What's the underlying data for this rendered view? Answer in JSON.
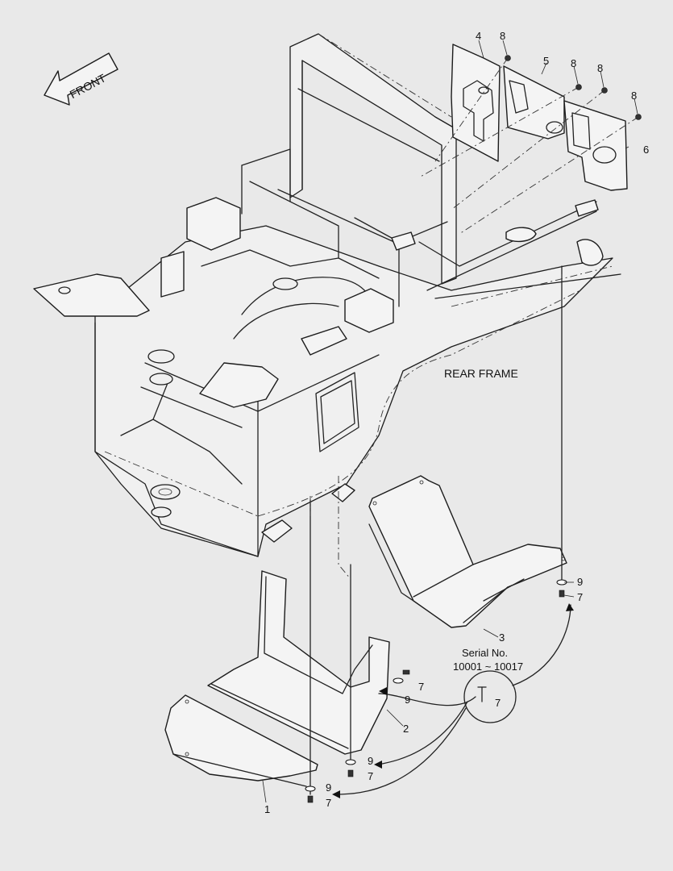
{
  "diagram": {
    "front_label": "FRONT",
    "rear_frame_label": "REAR FRAME",
    "serial_note_line1": "Serial No.",
    "serial_note_line2": "10001 ~ 10017",
    "serial_callout_part": "7",
    "callouts": {
      "p1": "1",
      "p2": "2",
      "p3": "3",
      "p4": "4",
      "p5": "5",
      "p6": "6",
      "p8a": "8",
      "p8b": "8",
      "p8c": "8",
      "p8d": "8",
      "p9_right": "9",
      "p7_right": "7",
      "p7_mid": "7",
      "p9_mid": "9",
      "p9_low1": "9",
      "p7_low1": "7",
      "p9_low2": "9",
      "p7_low2": "7"
    }
  }
}
